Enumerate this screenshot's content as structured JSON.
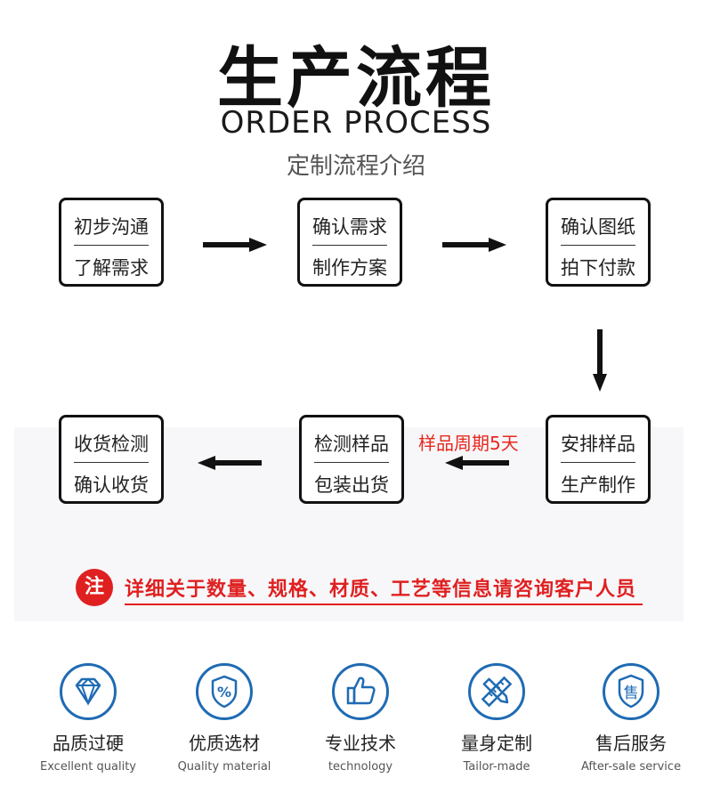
{
  "header": {
    "title": "生产流程",
    "subtitle_en": "ORDER PROCESS",
    "subtitle_cn": "定制流程介绍"
  },
  "steps": [
    {
      "line1": "初步沟通",
      "line2": "了解需求"
    },
    {
      "line1": "确认需求",
      "line2": "制作方案"
    },
    {
      "line1": "确认图纸",
      "line2": "拍下付款"
    },
    {
      "line1": "安排样品",
      "line2": "生产制作"
    },
    {
      "line1": "检测样品",
      "line2": "包装出货"
    },
    {
      "line1": "收货检测",
      "line2": "确认收货"
    }
  ],
  "sample_cycle_label": "样品周期5天",
  "note": {
    "icon_text": "注",
    "text": "详细关于数量、规格、材质、工艺等信息请咨询客户人员"
  },
  "features": [
    {
      "icon": "diamond-icon",
      "cn": "品质过硬",
      "en": "Excellent quality"
    },
    {
      "icon": "shield-percent-icon",
      "cn": "优质选材",
      "en": "Quality material"
    },
    {
      "icon": "thumbs-up-icon",
      "cn": "专业技术",
      "en": "technology"
    },
    {
      "icon": "pencil-ruler-icon",
      "cn": "量身定制",
      "en": "Tailor-made"
    },
    {
      "icon": "shield-service-icon",
      "cn": "售后服务",
      "en": "After-sale service"
    }
  ],
  "colors": {
    "accent_red": "#e02020",
    "icon_blue": "#1f6bb3",
    "text_dark": "#111111"
  }
}
